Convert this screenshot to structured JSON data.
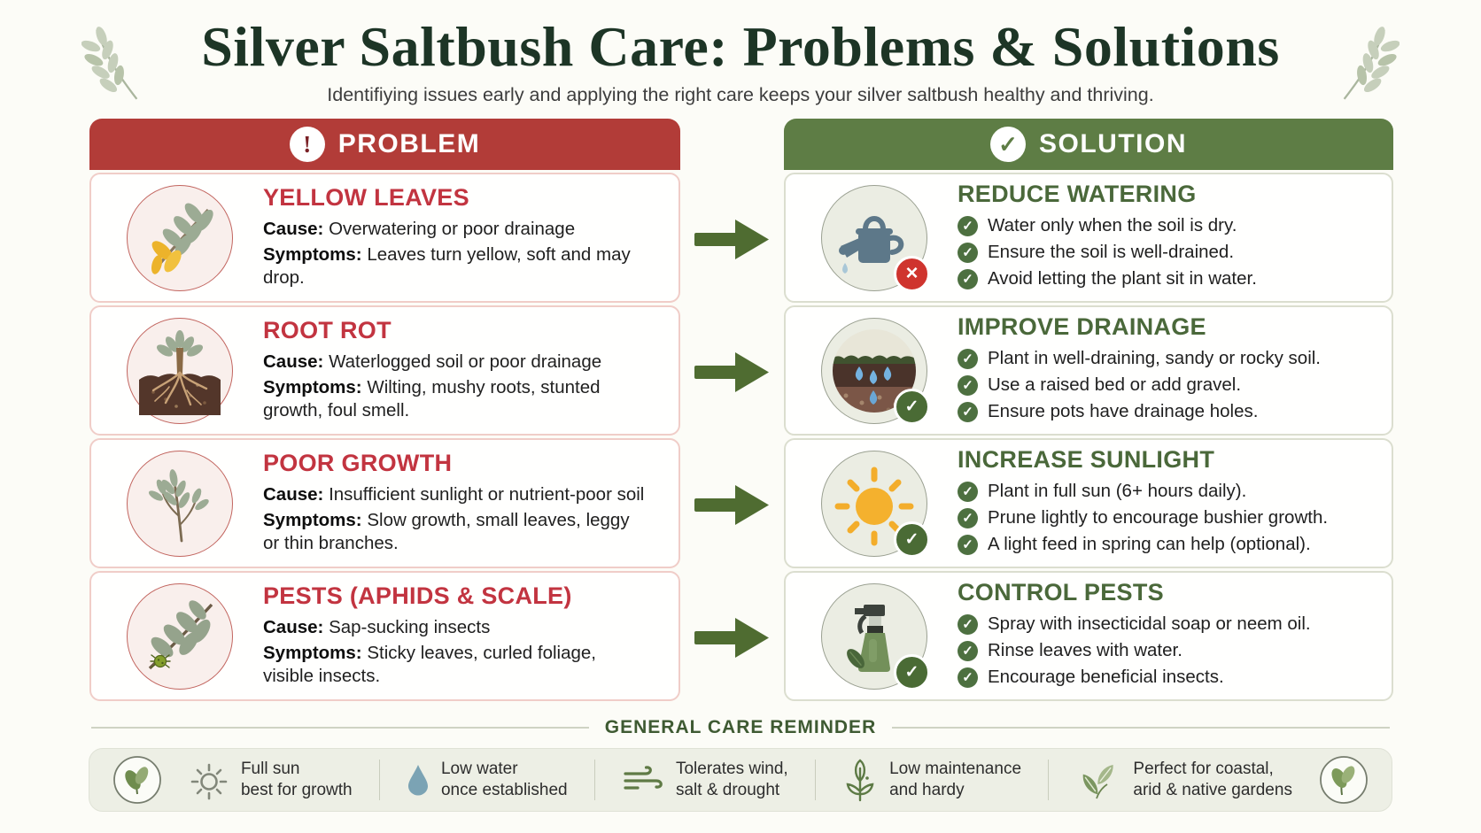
{
  "header": {
    "title": "Silver Saltbush Care: Problems & Solutions",
    "subtitle": "Identifiying issues early and applying the right care keeps your silver saltbush healthy and thriving."
  },
  "glyphs": {
    "check": "✓",
    "cross": "×",
    "exclamation": "!"
  },
  "problem": {
    "label": "PROBLEM",
    "header_icon": "exclamation-icon",
    "rows": [
      {
        "icon": "yellowing-branch-icon",
        "title": "YELLOW LEAVES",
        "cause_label": "Cause:",
        "cause": "Overwatering or poor drainage",
        "symptoms_label": "Symptoms:",
        "symptoms": "Leaves turn yellow, soft and may drop."
      },
      {
        "icon": "roots-soil-icon",
        "title": "ROOT ROT",
        "cause_label": "Cause:",
        "cause": "Waterlogged soil or poor drainage",
        "symptoms_label": "Symptoms:",
        "symptoms": "Wilting, mushy roots, stunted growth, foul smell."
      },
      {
        "icon": "sparse-branch-icon",
        "title": "POOR GROWTH",
        "cause_label": "Cause:",
        "cause": "Insufficient sunlight or nutrient-poor soil",
        "symptoms_label": "Symptoms:",
        "symptoms": "Slow growth, small leaves, leggy or thin branches."
      },
      {
        "icon": "pest-branch-icon",
        "title": "PESTS (APHIDS & SCALE)",
        "cause_label": "Cause:",
        "cause": "Sap-sucking insects",
        "symptoms_label": "Symptoms:",
        "symptoms": "Sticky leaves, curled foliage, visible insects."
      }
    ]
  },
  "solution": {
    "label": "SOLUTION",
    "header_icon": "check-icon",
    "rows": [
      {
        "icon": "watering-can-icon",
        "badge": "cross-badge",
        "title": "REDUCE WATERING",
        "items": [
          "Water only when the soil is dry.",
          "Ensure the soil is well-drained.",
          "Avoid letting the plant sit in water."
        ]
      },
      {
        "icon": "soil-drainage-icon",
        "badge": "check-badge",
        "title": "IMPROVE DRAINAGE",
        "items": [
          "Plant in well-draining, sandy or rocky soil.",
          "Use a raised bed or add gravel.",
          "Ensure pots have drainage holes."
        ]
      },
      {
        "icon": "sun-icon",
        "badge": "check-badge",
        "title": "INCREASE SUNLIGHT",
        "items": [
          "Plant in full sun (6+ hours daily).",
          "Prune lightly to encourage bushier growth.",
          "A light feed in spring can help (optional)."
        ]
      },
      {
        "icon": "spray-bottle-icon",
        "badge": "check-badge",
        "title": "CONTROL PESTS",
        "items": [
          "Spray with insecticidal soap or neem oil.",
          "Rinse leaves with water.",
          "Encourage beneficial insects."
        ]
      }
    ]
  },
  "footer": {
    "heading": "GENERAL CARE REMINDER",
    "items": [
      {
        "icon": "sun-outline-icon",
        "line1": "Full sun",
        "line2": "best for growth"
      },
      {
        "icon": "water-drop-icon",
        "line1": "Low water",
        "line2": "once established"
      },
      {
        "icon": "wind-icon",
        "line1": "Tolerates wind,",
        "line2": "salt & drought"
      },
      {
        "icon": "sprout-icon",
        "line1": "Low maintenance",
        "line2": "and hardy"
      },
      {
        "icon": "leaves-icon",
        "line1": "Perfect for coastal,",
        "line2": "arid & native gardens"
      }
    ]
  },
  "colors": {
    "problem_red": "#b23c38",
    "problem_title_red": "#c23440",
    "solution_green": "#5e7d45",
    "solution_title_green": "#4a683a",
    "arrow_green": "#4f6c31",
    "title_green": "#1d3526",
    "check_green": "#4d7040",
    "badge_green": "#4a6b35",
    "badge_red": "#cf342e",
    "footer_bg": "#edefe5"
  }
}
